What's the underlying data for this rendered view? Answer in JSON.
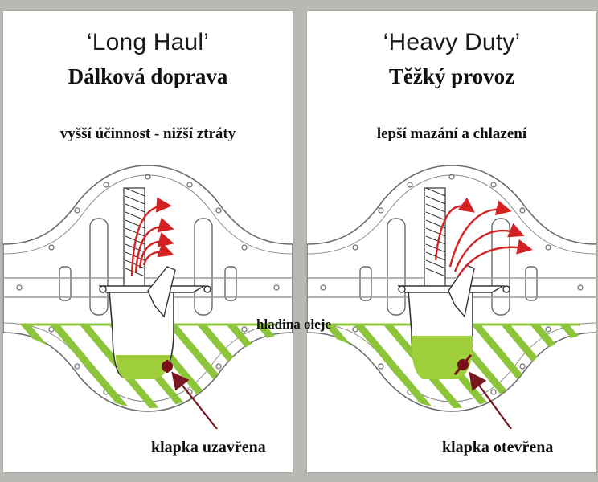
{
  "panels": [
    {
      "title": "‘Long Haul’",
      "subtitle": "Dálková doprava",
      "caption": "vyšší účinnost - nižší ztráty",
      "flap_label": "klapka uzavřena"
    },
    {
      "title": "‘Heavy Duty’",
      "subtitle": "Těžký provoz",
      "caption": "lepší mazání a chlazení",
      "flap_label": "klapka otevřena"
    }
  ],
  "oil_level_label": "hladina oleje",
  "colors": {
    "oil_fill": "#9fcf3a",
    "oil_hatch": "#8cc43a",
    "arrow": "#d42222",
    "flap": "#7a0f1a",
    "pointer": "#7a1620",
    "outline": "#6a6a6a",
    "background": "#b9b9b4"
  }
}
